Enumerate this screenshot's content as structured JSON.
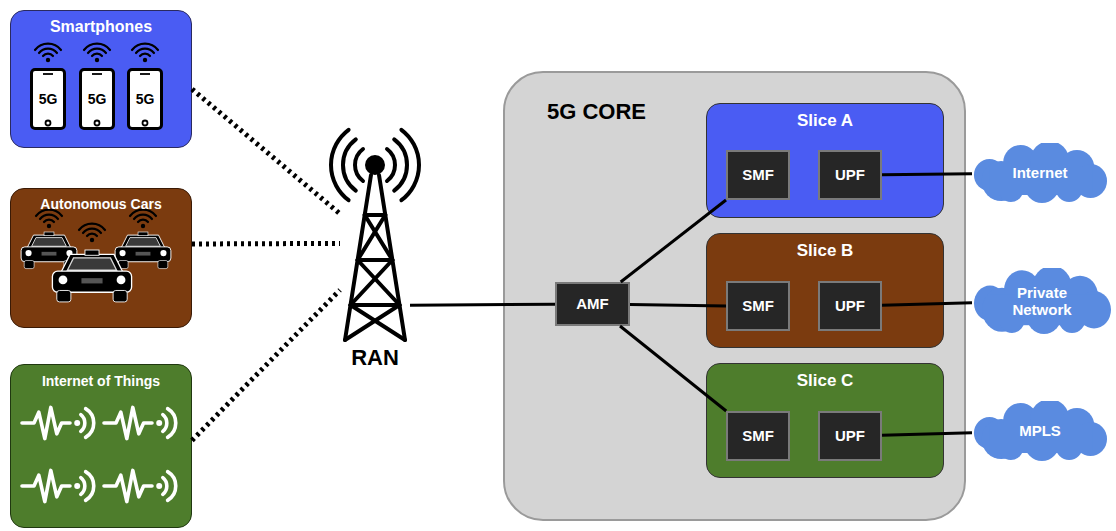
{
  "diagram": {
    "nodes": [
      {
        "text": [
          "Smartphones"
        ]
      },
      {
        "text": [
          "5G"
        ],
        "in": 0
      },
      {
        "text": [
          "5G"
        ],
        "in": 0
      },
      {
        "text": [
          "5G"
        ],
        "in": 0
      },
      {
        "text": [
          "Autonomous Cars"
        ]
      },
      {
        "text": [
          "Internet of Things"
        ]
      },
      {
        "text": [
          "RAN"
        ]
      },
      {
        "text": [
          "5G CORE"
        ]
      },
      {
        "text": [
          "AMF"
        ],
        "in": 7
      },
      {
        "text": [
          "Slice A"
        ],
        "in": 7
      },
      {
        "text": [
          "SMF"
        ],
        "in": 9
      },
      {
        "text": [
          "UPF"
        ],
        "in": 9
      },
      {
        "text": [
          "Slice B"
        ],
        "in": 7
      },
      {
        "text": [
          "SMF"
        ],
        "in": 12
      },
      {
        "text": [
          "UPF"
        ],
        "in": 12
      },
      {
        "text": [
          "Slice C"
        ],
        "in": 7
      },
      {
        "text": [
          "SMF"
        ],
        "in": 15
      },
      {
        "text": [
          "UPF"
        ],
        "in": 15
      },
      {
        "text": [
          "Internet"
        ]
      },
      {
        "text": [
          "Private Network"
        ]
      },
      {
        "text": [
          "MPLS"
        ]
      }
    ],
    "edges": [
      {
        "from": 0,
        "to": 6,
        "arrow": "none"
      },
      {
        "from": 4,
        "to": 6,
        "arrow": "none"
      },
      {
        "from": 5,
        "to": 6,
        "arrow": "none"
      },
      {
        "from": 6,
        "to": 8,
        "arrow": "none"
      },
      {
        "from": 8,
        "to": 10,
        "arrow": "none"
      },
      {
        "from": 8,
        "to": 13,
        "arrow": "none"
      },
      {
        "from": 8,
        "to": 16,
        "arrow": "none"
      },
      {
        "from": 11,
        "to": 18,
        "arrow": "none"
      },
      {
        "from": 14,
        "to": 19,
        "arrow": "none"
      },
      {
        "from": 17,
        "to": 20,
        "arrow": "none"
      }
    ]
  }
}
